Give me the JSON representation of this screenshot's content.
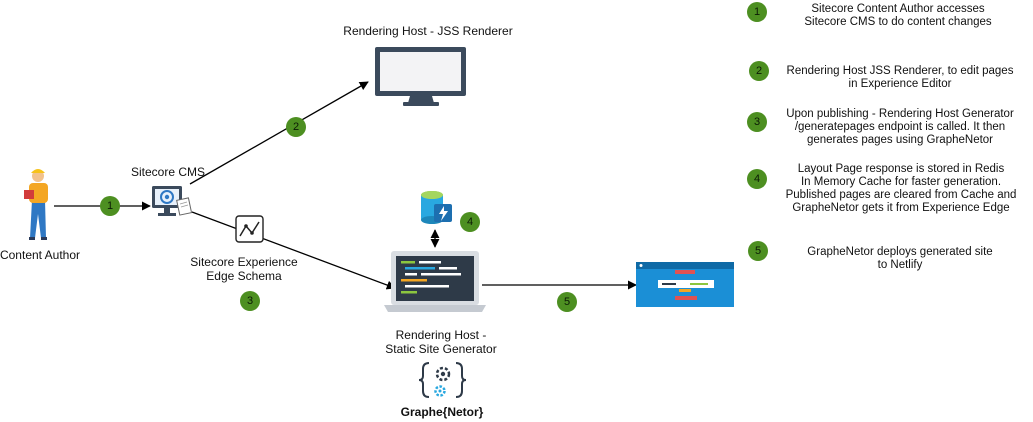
{
  "nodes": {
    "content_author": "Content Author",
    "sitecore_cms": "Sitecore CMS",
    "jss_renderer": "Rendering Host - JSS Renderer",
    "edge_schema_line1": "Sitecore Experience",
    "edge_schema_line2": "Edge Schema",
    "ssg_line1": "Rendering Host -",
    "ssg_line2": "Static Site Generator",
    "graphenetor": "Graphe{Netor}"
  },
  "badges": {
    "b1": "1",
    "b2": "2",
    "b3": "3",
    "b4": "4",
    "b5": "5"
  },
  "legend": [
    {
      "number": "1",
      "line1": "Sitecore Content Author accesses",
      "line2": "Sitecore CMS to do content changes"
    },
    {
      "number": "2",
      "line1": "Rendering Host JSS Renderer, to edit pages",
      "line2": "in Experience Editor"
    },
    {
      "number": "3",
      "line1": "Upon publishing - Rendering Host Generator",
      "line2": "/generatepages endpoint is called. It then",
      "line3": "generates pages using GrapheNetor"
    },
    {
      "number": "4",
      "line1": "Layout Page response is stored in Redis",
      "line2": "In Memory Cache for faster generation.",
      "line3": "Published pages are cleared from Cache and",
      "line4": "GrapheNetor gets it from Experience Edge"
    },
    {
      "number": "5",
      "line1": "GrapheNetor deploys generated site",
      "line2": "to Netlify"
    }
  ],
  "colors": {
    "badge_green": "#4d8f21",
    "monitor_dark": "#3b4a5c",
    "laptop_screen": "#2e3a48",
    "netlify_blue": "#1b8fd6",
    "cache_blue": "#29a8e0",
    "cache_green": "#8cc63f"
  },
  "icons": [
    "person-icon",
    "cms-monitor-icon",
    "desktop-monitor-icon",
    "schema-icon",
    "laptop-code-icon",
    "cache-database-icon",
    "website-window-icon",
    "gear-braces-icon"
  ]
}
